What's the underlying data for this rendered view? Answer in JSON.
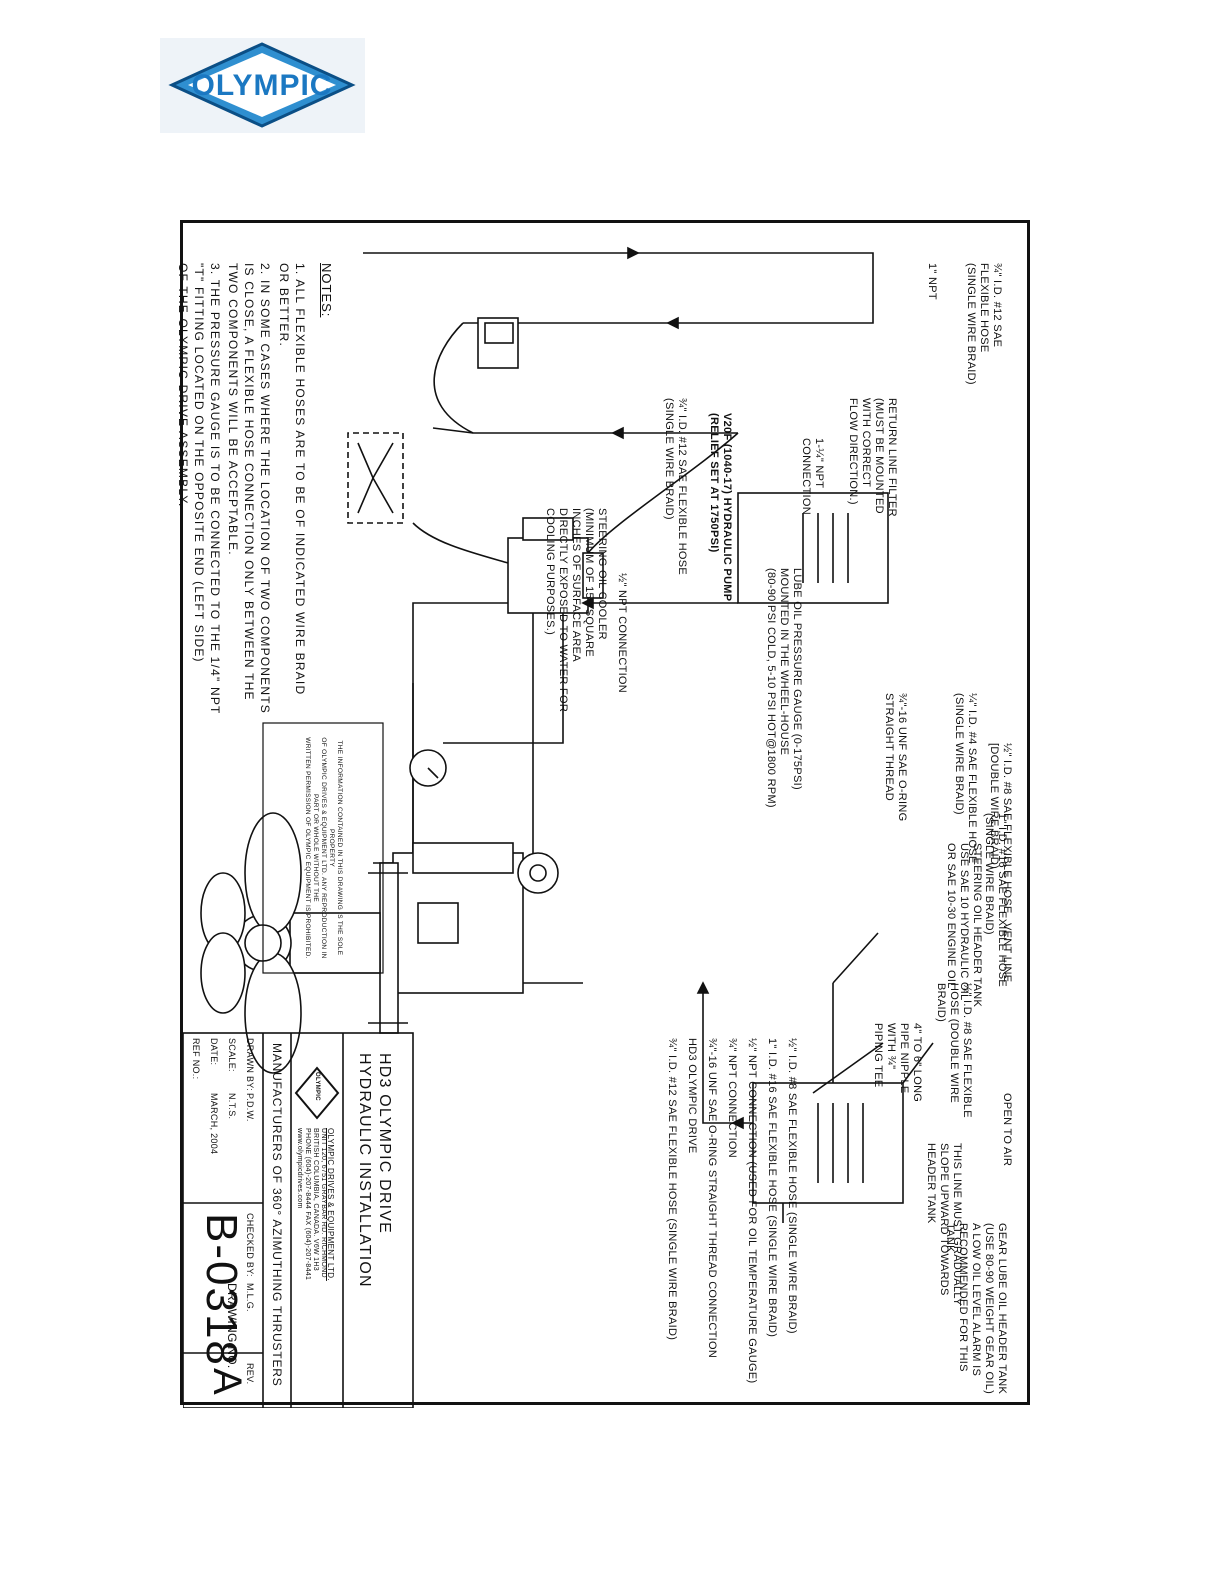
{
  "header": {
    "logo_text": "OLYMPIC"
  },
  "labels": {
    "return_hose": "¾\" I.D. #12 SAE\nFLEXIBLE HOSE\n(SINGLE WIRE BRAID)",
    "npt_1": "1\" NPT",
    "return_filter": "RETURN LINE FILTER\n(MUST BE MOUNTED\nWITH CORRECT\nFLOW DIRECTION.)",
    "npt_1_25": "1-¼\" NPT\nCONNECTION",
    "pump": "V20F (1040-17) HYDRAULIC PUMP\n(RELIEF SET AT 1750PSI)",
    "pump_hose": "¾\" I.D. #12 SAE FLEXIBLE HOSE\n(SINGLE WIRE BRAID)",
    "cooler": "STEERING OIL COOLER\n(MINIMUM OF 150 SQUARE\nINCHES OF SURFACE AREA\nDIRECTLY EXPOSED TO WATER FOR\nCOOLING PURPOSES.)",
    "half_npt": "½\" NPT CONNECTION",
    "lube_gauge": "LUBE OIL PRESSURE GAUGE (0-175PSI)\nMOUNTED IN THE WHEEL-HOUSE\n(80-90 PSI COLD, 5-10 PSI HOT@1800 RPM)",
    "unf_fitting": "¾\"-16 UNF SAE O-RING\nSTRAIGHT THREAD",
    "quarter_hose": "¼\" I.D. #4 SAE FLEXIBLE HOSE\n(SINGLE WIRE BRAID)",
    "half_hose_top": "½\" I.D. #8 SAE FLEXIBLE HOSE\n[DOUBLE WIRE BRAID)",
    "one_in_hose_top": "1\" I.D. #16 SAE FLEXIBLE HOSE\n(SINGLE WIRE BRAID)",
    "steering_tank": "STEERING OIL HEADER TANK\nUSE SAE 10 HYDRAULIC OIL\nOR SAE 10-30 ENGINE OIL",
    "vent_line": "VENT LINE",
    "open_air": "OPEN TO AIR",
    "gear_tank": "GEAR LUBE OIL HEADER TANK\n(USE 80-90 WEIGHT GEAR OIL)\nA LOW OIL LEVEL ALARM IS\nRECOMMENDED FOR THIS TANK.",
    "slope_note": "THIS LINE MUST GRADUALLY\nSLOPE UPWARD TOWARDS\nHEADER TANK",
    "half_hose_mid": "½\" I.D. #8 SAE FLEXIBLE\nHOSE (DOUBLE WIRE\nBRAID)",
    "nipple": "4\" TO 6\" LONG\nPIPE NIPPLE\nWITH ¾\"\nPIPING TEE",
    "c1": "½\" I.D. #8 SAE FLEXIBLE HOSE (SINGLE WIRE BRAID)",
    "c2": "1\" I.D. #16 SAE FLEXIBLE HOSE (SINGLE WIRE BRAID)",
    "c3": "½\" NPT CONNECTION (USED FOR OIL TEMPERATURE GAUGE)",
    "c4": "¾\" NPT CONNECTION",
    "c5": "¾\"-16 UNF SAE O-RING STRAIGHT THREAD CONNECTION",
    "c6": "HD3 OLYMPIC DRIVE",
    "c7": "¾\" I.D. #12 SAE FLEXIBLE HOSE (SINGLE WIRE BRAID)"
  },
  "notes": {
    "title": "NOTES:",
    "n1": "1. ALL FLEXIBLE HOSES ARE TO BE OF INDICATED WIRE BRAID\n    OR BETTER.",
    "n2": "2. IN SOME CASES WHERE THE LOCATION OF TWO COMPONENTS\n    IS CLOSE, A FLEXIBLE HOSE CONNECTION ONLY BETWEEN THE\n    TWO COMPONENTS WILL BE ACCEPTABLE.",
    "n3": "3. THE PRESSURE GAUGE IS TO BE CONNECTED TO THE 1/4\" NPT\n    \"T\" FITTING LOCATED ON THE OPPOSITE END (LEFT SIDE)\n    OF THE OLYMPIC DRIVE ASSEMBLY."
  },
  "copyright": "THE INFORMATION CONTAINED IN THIS DRAWING IS THE SOLE PROPERTY\nOF OLYMPIC DRIVES & EQUIPMENT LTD. ANY REPRODUCTION IN PART OR WHOLE WITHOUT THE\nWRITTEN PERMISSION OF OLYMPIC EQUIPMENT IS PROHIBITED.",
  "title_block": {
    "title_line1": "HD3 OLYMPIC DRIVE",
    "title_line2": "HYDRAULIC INSTALLATION",
    "company": "OLYMPIC DRIVES & EQUIPMENT LTD.",
    "address": "UNIT 120, 6751 GRAYBAR RD. RICHMOND\nBRITISH COLUMBIA, CANADA. V6W 1H3\nPHONE (604)-207-8444 FAX (604)-207-8441\nwww.olympicdrives.com",
    "tagline": "MANUFACTURERS OF 360° AZIMUTHING THRUSTERS",
    "logo_text": "OLYMPIC",
    "drawn_by_label": "DRAWN BY:",
    "drawn_by": "P.D.W.",
    "scale_label": "SCALE:",
    "scale": "N.T.S.",
    "date_label": "DATE:",
    "date": "MARCH, 2004",
    "ref_label": "REF NO.:",
    "ref": "",
    "checked_label": "CHECKED BY:",
    "checked": "M.L.G.",
    "drawing_no_label": "DRAWING NO.",
    "drawing_no": "B-0318",
    "rev_label": "REV.",
    "rev": "A"
  }
}
